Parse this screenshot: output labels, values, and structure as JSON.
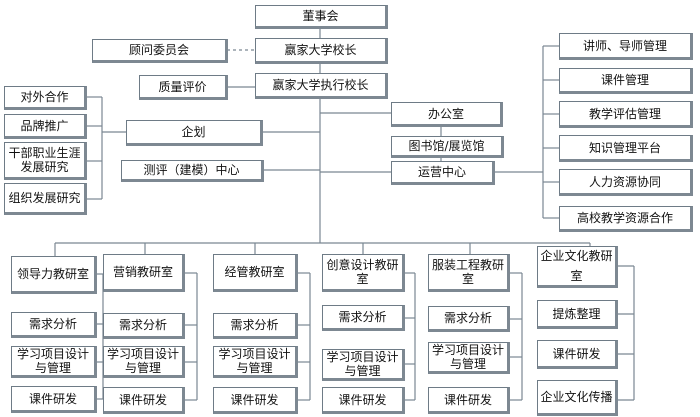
{
  "title": "董事会",
  "advisory": "顾问委员会",
  "president": "嬴家大学校长",
  "quality": "质量评价",
  "exec_president": "嬴家大学执行校长",
  "office": "办公室",
  "library": "图书馆/展览馆",
  "operations": "运营中心",
  "planning": "企划",
  "assessment": "测评（建模）中心",
  "planning_subs": [
    "对外合作",
    "品牌推广",
    "干部职业生涯发展研究",
    "组织发展研究"
  ],
  "ops_subs": [
    "讲师、导师管理",
    "课件管理",
    "教学评估管理",
    "知识管理平台",
    "人力资源协同",
    "高校教学资源合作"
  ],
  "labs": [
    "领导力教研室",
    "营销教研室",
    "经管教研室",
    "创意设计教研室",
    "服装工程教研室"
  ],
  "lab_tasks": [
    "需求分析",
    "学习项目设计与管理",
    "课件研发"
  ],
  "culture_lab": "企业文化教研室",
  "culture_tasks": [
    "提炼整理",
    "课件研发",
    "企业文化传播"
  ]
}
